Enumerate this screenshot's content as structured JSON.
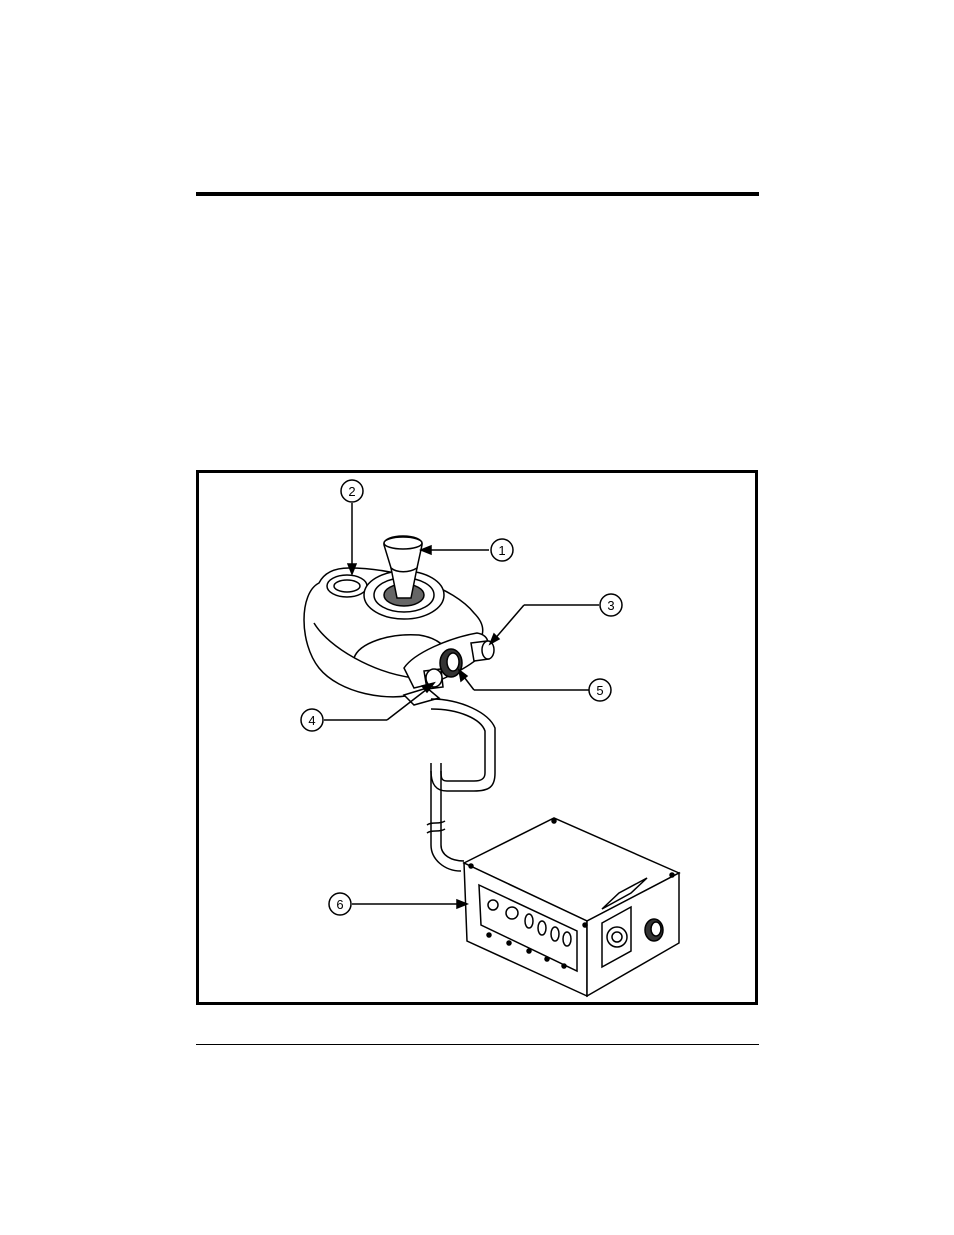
{
  "figure": {
    "callouts": [
      {
        "id": "1",
        "label": "1"
      },
      {
        "id": "2",
        "label": "2"
      },
      {
        "id": "3",
        "label": "3"
      },
      {
        "id": "4",
        "label": "4"
      },
      {
        "id": "5",
        "label": "5"
      },
      {
        "id": "6",
        "label": "6"
      }
    ],
    "parts": [
      "joystick",
      "display-panel",
      "rear-knob",
      "front-toggle",
      "speed-knob",
      "control-box"
    ]
  }
}
